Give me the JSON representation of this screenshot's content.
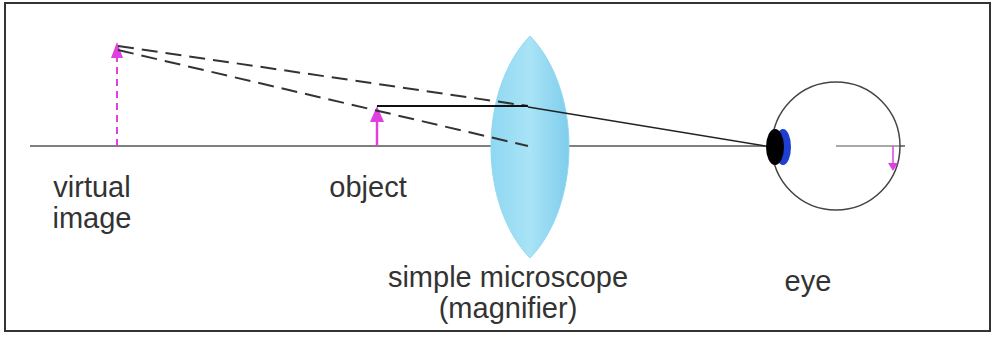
{
  "diagram": {
    "labels": [
      "virtual image",
      "object",
      "simple microscope (magnifier)",
      "eye"
    ]
  }
}
